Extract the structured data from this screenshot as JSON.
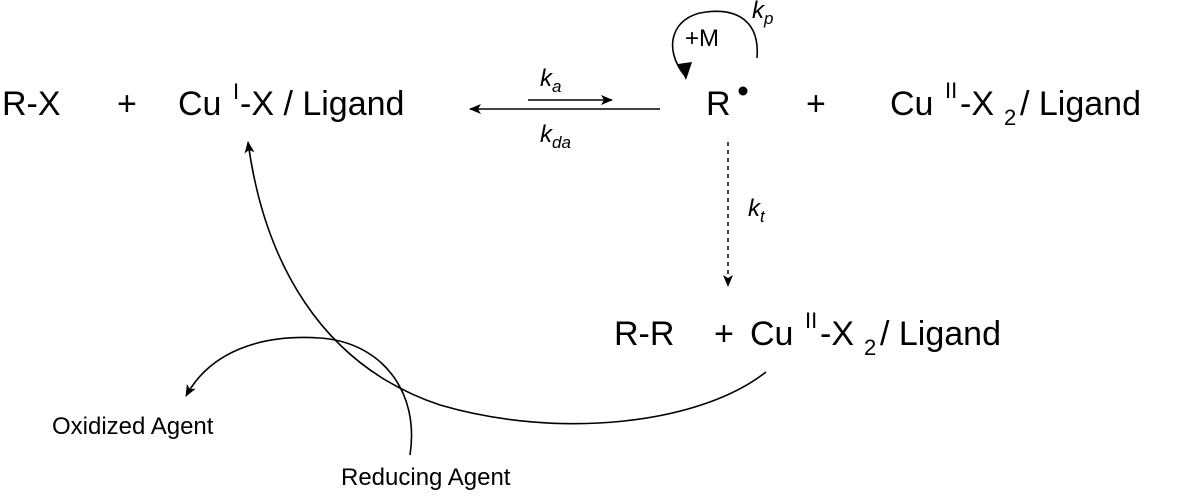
{
  "species": {
    "rx": "R-X",
    "plus1": "+",
    "cu1_base": "Cu",
    "cu1_ox": "I",
    "cu1_rest": "-X / Ligand",
    "radical": "R",
    "plus2": "+",
    "cu2_base": "Cu",
    "cu2_ox": "II",
    "cu2_mid": "-X",
    "cu2_sub": "2",
    "cu2_rest": " / Ligand",
    "rr": "R-R",
    "plus3": "+",
    "cu3_base": "Cu",
    "cu3_ox": "II",
    "cu3_mid": "-X",
    "cu3_sub": "2",
    "cu3_rest": " / Ligand"
  },
  "rates": {
    "ka_k": "k",
    "ka_sub": "a",
    "kda_k": "k",
    "kda_sub": "da",
    "kp_k": "k",
    "kp_sub": "p",
    "kt_k": "k",
    "kt_sub": "t"
  },
  "labels": {
    "monomer": "+M",
    "oxidized_agent": "Oxidized Agent",
    "reducing_agent": "Reducing Agent"
  }
}
